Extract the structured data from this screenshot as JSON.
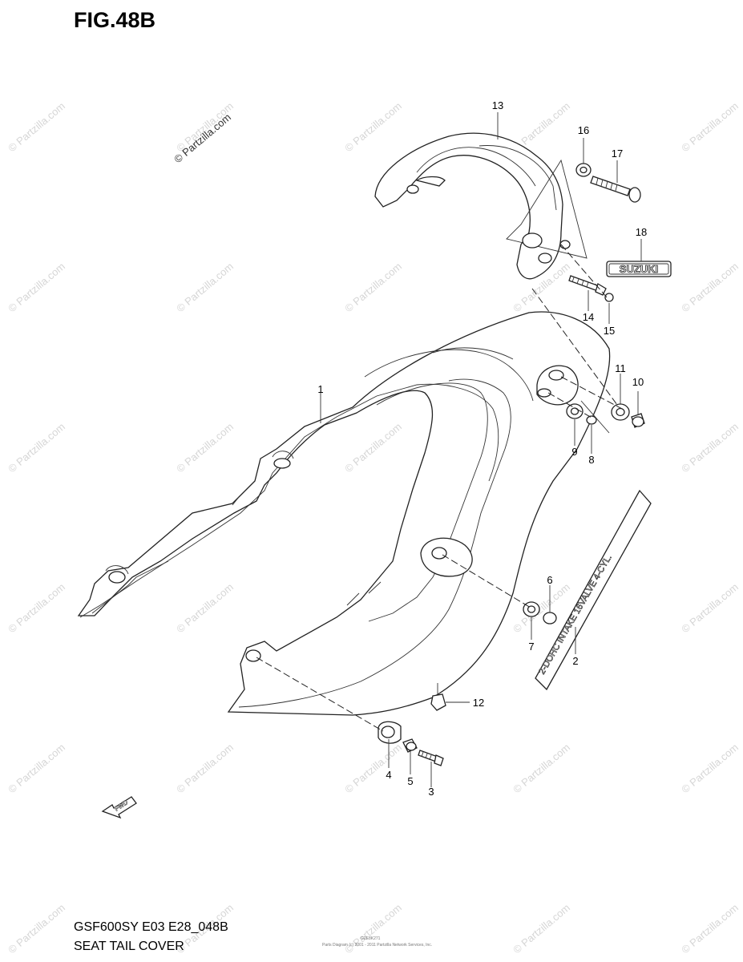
{
  "figure_title": "FIG.48B",
  "model_code": "GSF600SY E03 E28_048B",
  "diagram_title": "SEAT TAIL COVER",
  "watermark": "© Partzilla.com",
  "copyright_line": "Parts Diagram (c) 2001 - 2011 Partzilla Network Services, Inc.",
  "small_code": "G2E8K271",
  "emblem_text": "SUZUKI",
  "decal_text": "2-DOHC INTAKE 16VALVE 4-CYL.",
  "fwd_label": "FWD",
  "callouts": [
    "1",
    "2",
    "3",
    "4",
    "5",
    "6",
    "7",
    "7",
    "8",
    "9",
    "10",
    "11",
    "12",
    "13",
    "14",
    "15",
    "16",
    "17",
    "18"
  ]
}
